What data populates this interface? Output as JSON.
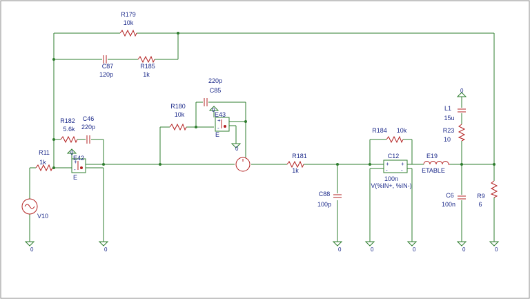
{
  "components": [
    {
      "ref": "R179",
      "value": "10k"
    },
    {
      "ref": "C87",
      "value": "120p"
    },
    {
      "ref": "R185",
      "value": "1k"
    },
    {
      "ref": "R182",
      "value": "5.6k"
    },
    {
      "ref": "C46",
      "value": "220p"
    },
    {
      "ref": "R11",
      "value": "1k"
    },
    {
      "ref": "E42",
      "value": "E"
    },
    {
      "ref": "V10",
      "value": ""
    },
    {
      "ref": "C85",
      "value": "220p"
    },
    {
      "ref": "R180",
      "value": "10k"
    },
    {
      "ref": "E43",
      "value": "E"
    },
    {
      "ref": "R181",
      "value": "1k"
    },
    {
      "ref": "C88",
      "value": "100p"
    },
    {
      "ref": "R184",
      "value": "10k"
    },
    {
      "ref": "E19",
      "value": "ETABLE"
    },
    {
      "ref": "L1",
      "value": "15u"
    },
    {
      "ref": "C12",
      "value": "100n"
    },
    {
      "ref": "R23",
      "value": "10"
    },
    {
      "ref": "C6",
      "value": "100n"
    },
    {
      "ref": "R9",
      "value": "6"
    }
  ],
  "etable_expression": "V(%IN+, %IN-)",
  "ground_label": "0",
  "pin_marks": {
    "plus": "+",
    "minus": "-"
  }
}
